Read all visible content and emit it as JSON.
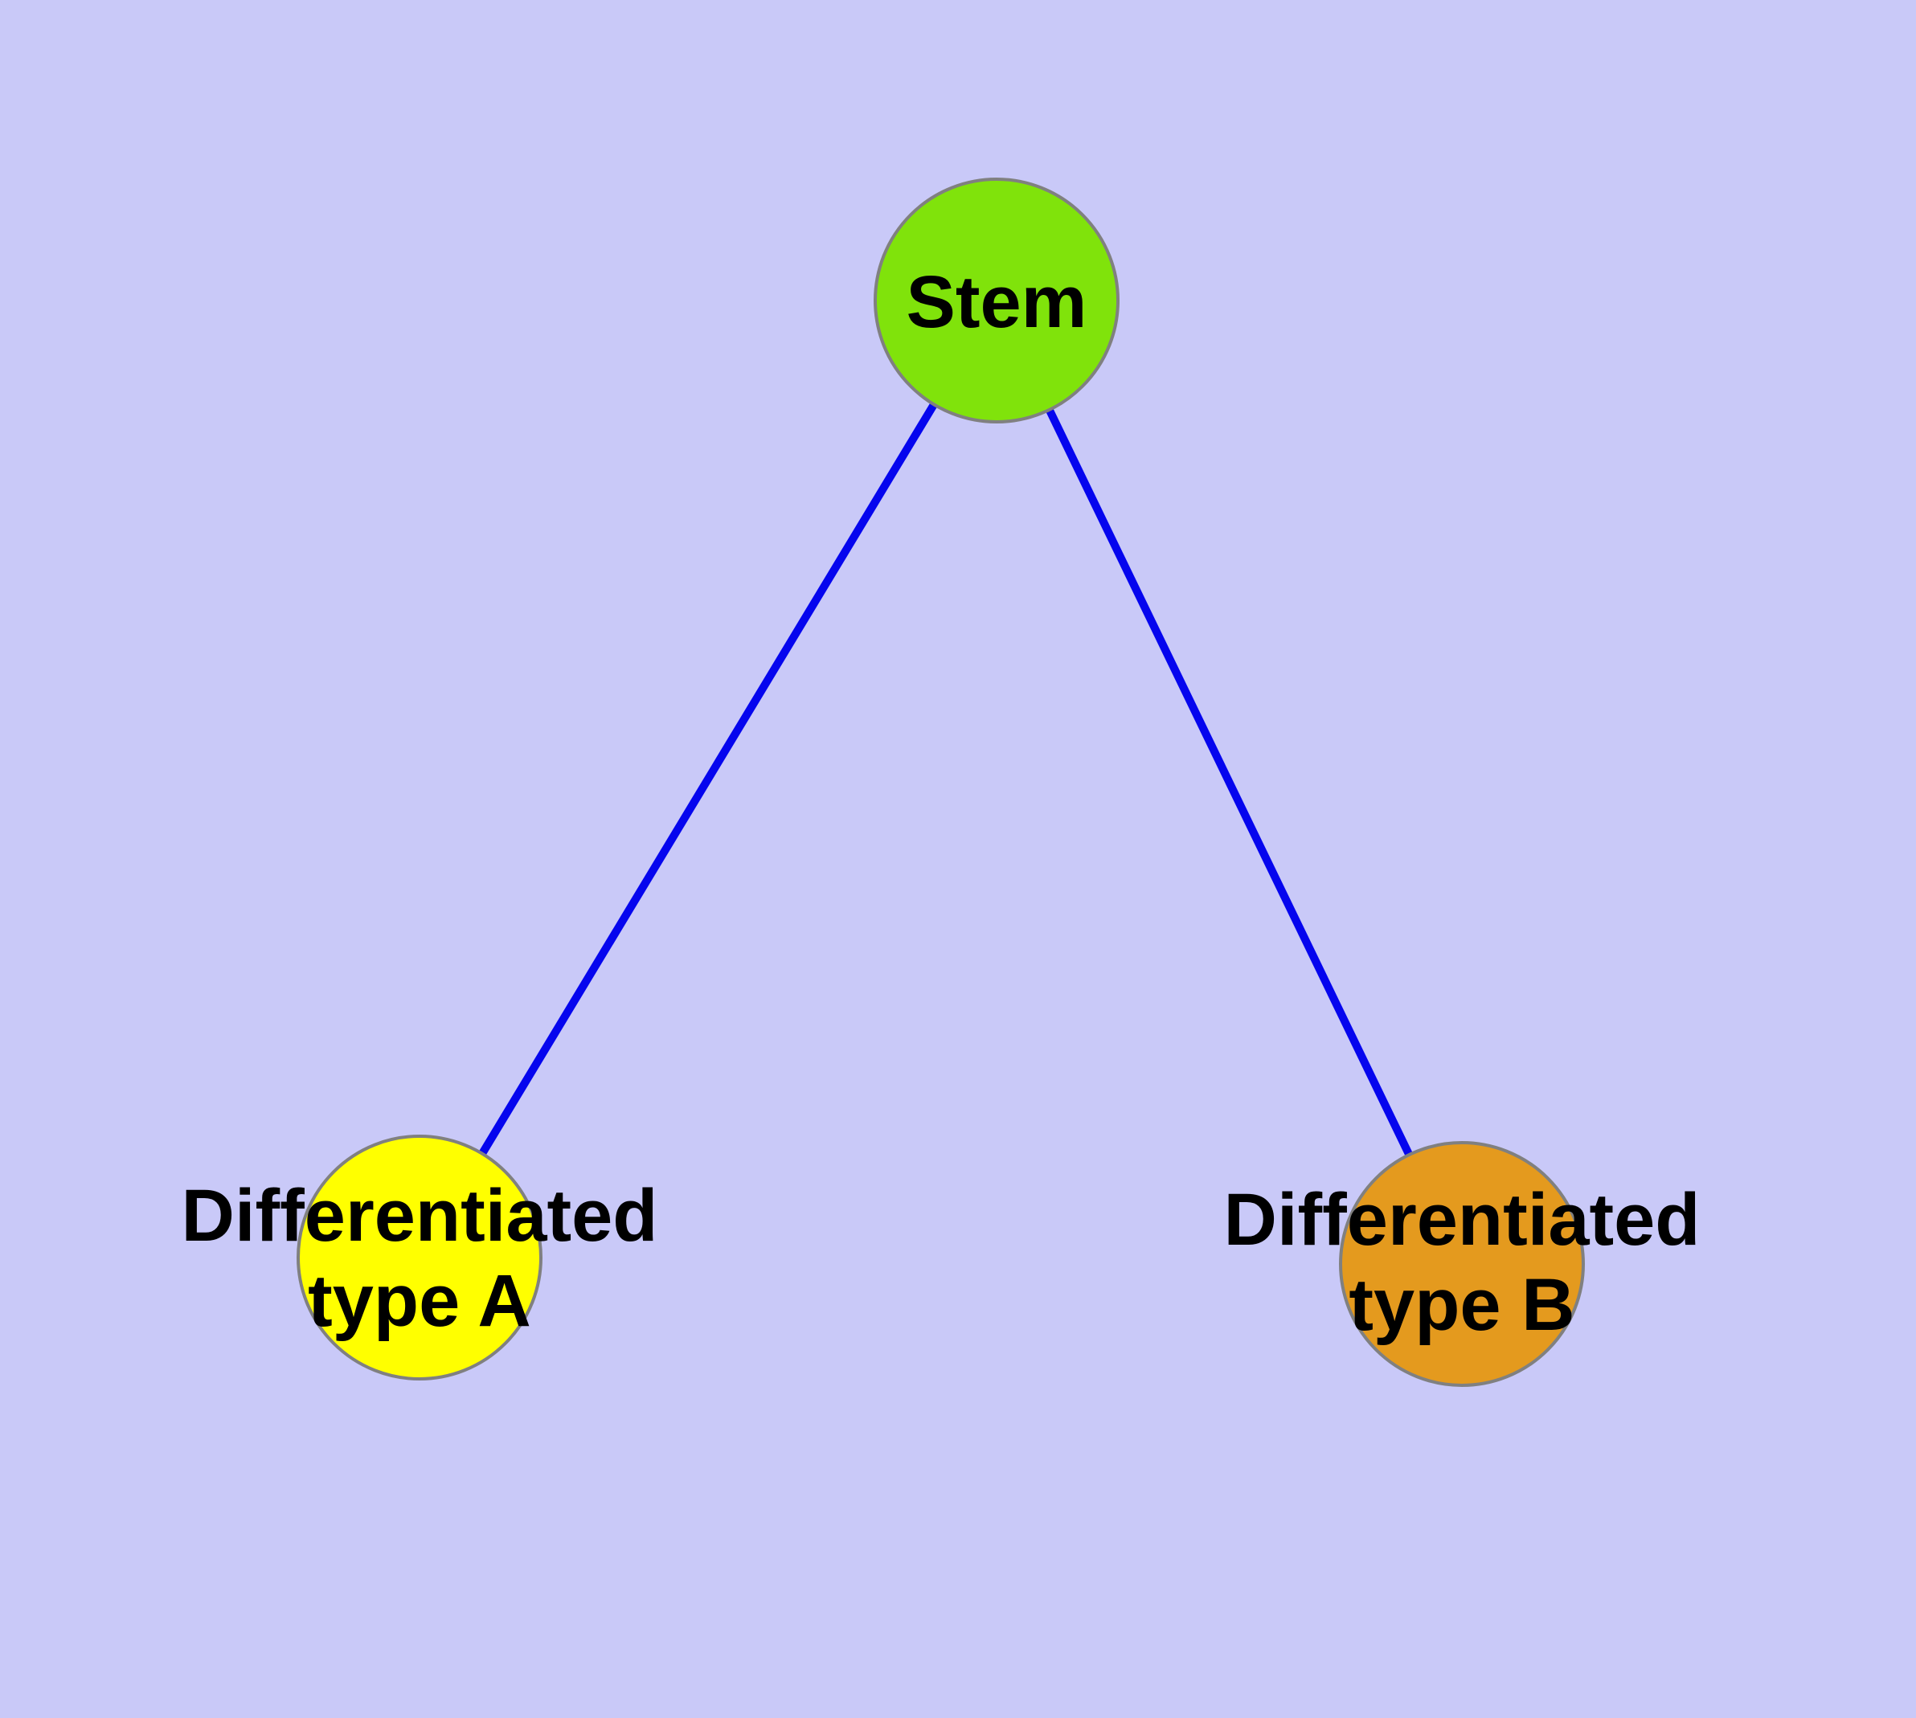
{
  "colors": {
    "background": "#C9C9F8",
    "edge": "#0505EE",
    "node_border": "#808080",
    "label_text": "#000000"
  },
  "nodes": {
    "stem": {
      "label": "Stem",
      "fill": "#80E30B"
    },
    "type_a": {
      "label_line1": "Differentiated",
      "label_line2": "type A",
      "fill": "#FFFF00"
    },
    "type_b": {
      "label_line1": "Differentiated",
      "label_line2": "type B",
      "fill": "#E49A1E"
    }
  },
  "edges": [
    {
      "from": "Stem",
      "to": "Differentiated type A"
    },
    {
      "from": "Stem",
      "to": "Differentiated type B"
    }
  ]
}
